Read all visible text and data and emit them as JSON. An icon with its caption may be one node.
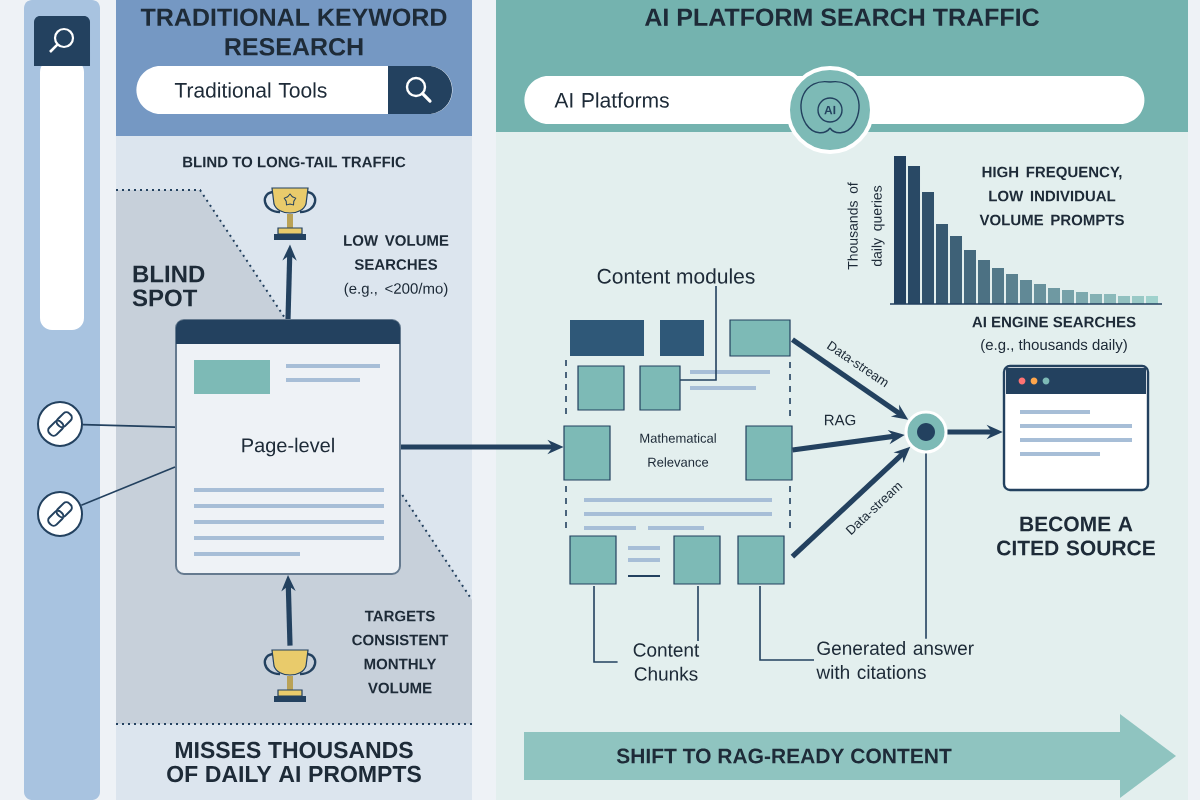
{
  "diagram": {
    "nodes": [
      {
        "text": [
          "TRADITIONAL KEYWORD RESEARCH"
        ]
      },
      {
        "text": [
          "Traditional Tools"
        ],
        "in": 0
      },
      {
        "text": [],
        "shape": "picture",
        "in": 0
      },
      {
        "text": [
          "Page-level"
        ],
        "in": 0
      },
      {
        "text": [],
        "shape": "picture",
        "in": 0
      },
      {
        "text": [],
        "shape": "circle"
      },
      {
        "text": [],
        "shape": "circle"
      },
      {
        "text": [
          "AI PLATFORM SEARCH TRAFFIC"
        ]
      },
      {
        "text": [
          "AI Platforms"
        ],
        "in": 7
      },
      {
        "text": [
          "AI"
        ],
        "in": 7
      },
      {
        "text": [
          "Content modules"
        ],
        "in": 7
      },
      {
        "text": [
          "Mathematical Relevance"
        ],
        "in": 7
      },
      {
        "text": [],
        "shape": "circle",
        "in": 7
      },
      {
        "text": [],
        "shape": "box",
        "in": 7,
        "beside": [
          "BECOME A CITED SOURCE"
        ]
      },
      {
        "text": [
          "Content Chunks"
        ],
        "in": 7
      },
      {
        "text": [
          "Generated answer with citations"
        ],
        "in": 7
      },
      {
        "text": [
          "SHIFT TO RAG-READY CONTENT"
        ],
        "in": 7
      }
    ],
    "edges": [
      {
        "from": 5,
        "to": 3,
        "arrow": "none"
      },
      {
        "from": 6,
        "to": 3,
        "arrow": "none"
      },
      {
        "from": 3,
        "to": 2,
        "arrow": "to",
        "style": "thick",
        "label": "**LOW VOLUME SEARCHES** (e.g., <200/mo)"
      },
      {
        "from": 4,
        "to": 3,
        "arrow": "to",
        "style": "thick",
        "label": "TARGETS CONSISTENT MONTHLY VOLUME"
      },
      {
        "from": 3,
        "to": 11,
        "arrow": "to",
        "style": "thick"
      },
      {
        "from": 11,
        "to": 12,
        "arrow": "to",
        "style": "thick",
        "label": "Data-stream"
      },
      {
        "from": 11,
        "to": 12,
        "arrow": "to",
        "style": "thick",
        "label": "RAG"
      },
      {
        "from": 11,
        "to": 12,
        "arrow": "to",
        "style": "thick",
        "label": "Data-stream"
      },
      {
        "from": 12,
        "to": 13,
        "arrow": "to",
        "style": "thick"
      },
      {
        "from": 10,
        "to": 11,
        "arrow": "none"
      },
      {
        "from": 14,
        "to": 11,
        "arrow": "none"
      },
      {
        "from": 14,
        "to": 11,
        "arrow": "none"
      },
      {
        "from": 15,
        "to": 11,
        "arrow": "none"
      },
      {
        "from": 15,
        "to": 12,
        "arrow": "none"
      }
    ],
    "labels": [
      "BLIND TO LONG-TAIL TRAFFIC",
      "BLIND SPOT",
      "MISSES THOUSANDS OF DAILY AI PROMPTS",
      "Thousands of daily queries",
      "HIGH FREQUENCY, LOW INDIVIDUAL VOLUME PROMPTS",
      "AI ENGINE SEARCHES",
      "(e.g., thousands daily)"
    ]
  }
}
